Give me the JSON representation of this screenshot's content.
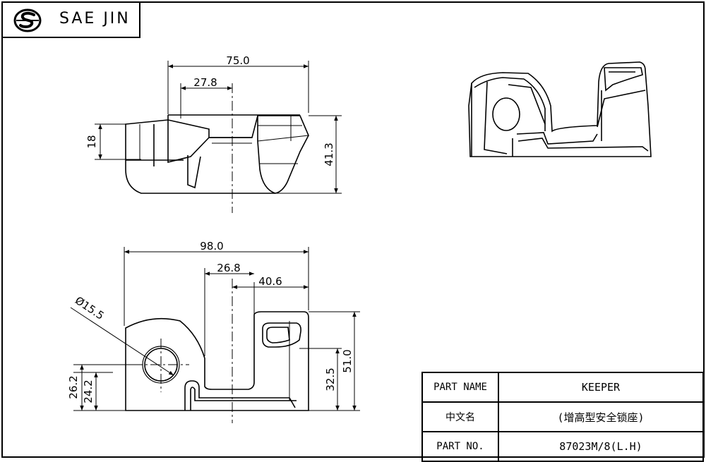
{
  "header": {
    "brand": "SAE JIN",
    "logo_icon": "sae-jin-logo-icon"
  },
  "dimensions": {
    "top_view": {
      "width_total": "75.0",
      "width_inner": "27.8",
      "height_left": "18",
      "height_right": "41.3"
    },
    "front_view": {
      "width_total": "98.0",
      "width_a": "26.8",
      "width_b": "40.6",
      "diameter": "Ø15.5",
      "height_a": "26.2",
      "height_b": "24.2",
      "height_c": "32.5",
      "height_d": "51.0"
    }
  },
  "title_block": {
    "rows": [
      {
        "label": "PART NAME",
        "value": "KEEPER"
      },
      {
        "label": "中文名",
        "value": "(增高型安全锁座)"
      },
      {
        "label": "PART NO.",
        "value": "87023M/8(L.H)"
      }
    ]
  }
}
